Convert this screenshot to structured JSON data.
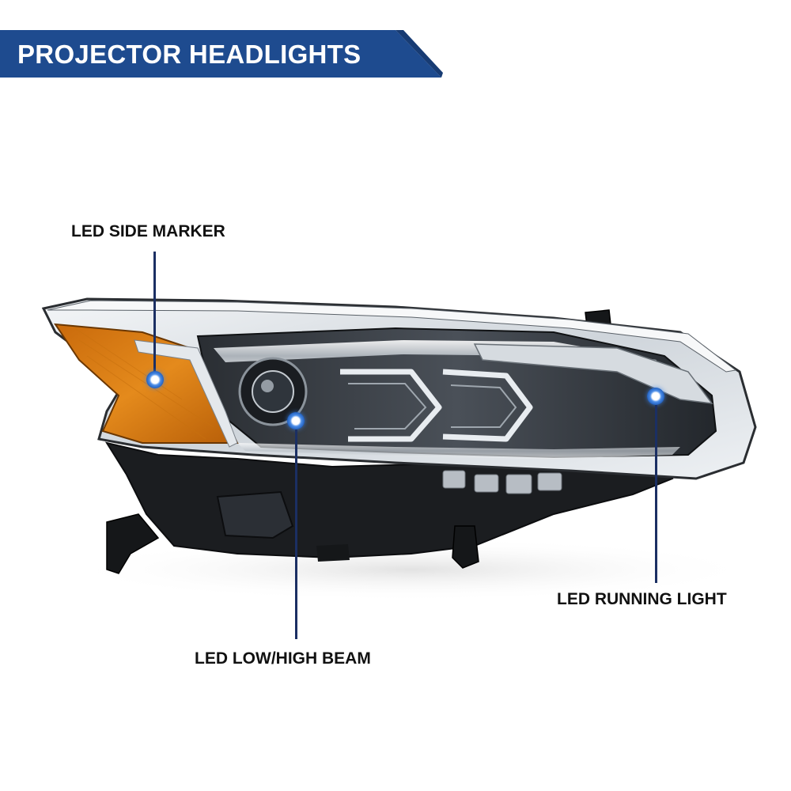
{
  "banner": {
    "title": "PROJECTOR HEADLIGHTS",
    "color": "#1e4b8f",
    "edge_color": "#173b73"
  },
  "product": {
    "subject": "headlight-assembly",
    "amber_color": "#e48a1c"
  },
  "callouts": {
    "side_marker": {
      "label": "LED SIDE MARKER"
    },
    "low_high_beam": {
      "label": "LED LOW/HIGH BEAM"
    },
    "running_light": {
      "label": "LED RUNNING LIGHT"
    }
  }
}
